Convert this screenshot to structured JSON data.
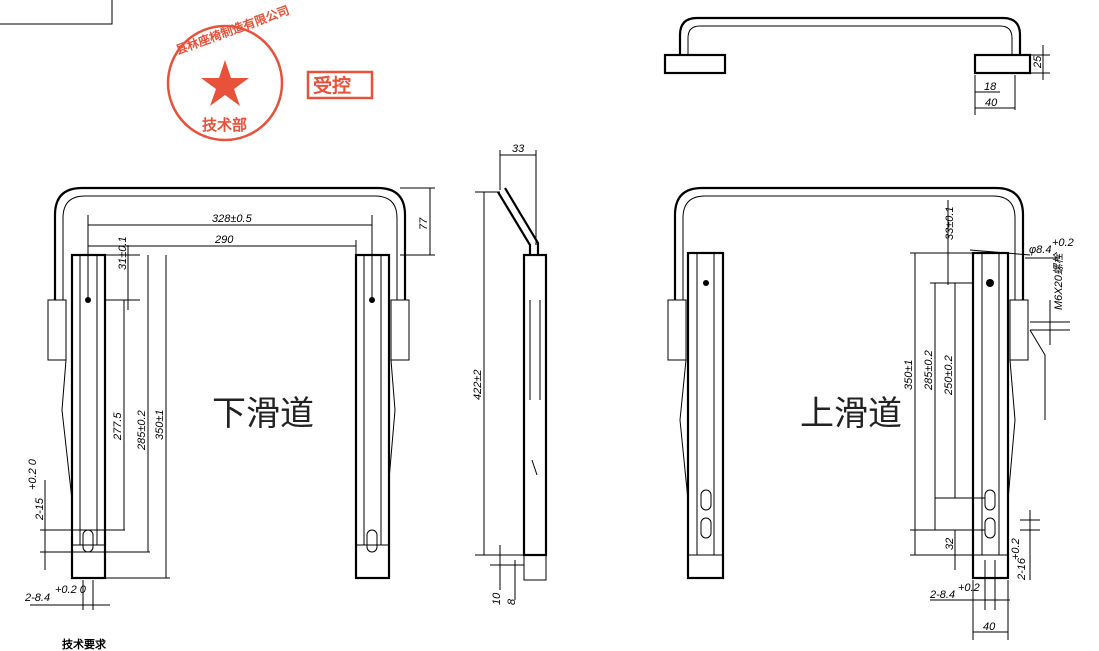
{
  "stamp": {
    "company": "县林座椅制造有限公司",
    "department": "技术部",
    "controlled": "受控",
    "color": "#e8523a"
  },
  "views": {
    "lower_rail": {
      "label": "下滑道",
      "dims": {
        "width_outer": "328±0.5",
        "width_inner": "290",
        "height_handle": "77",
        "offset_top": "31±0.1",
        "len_a": "277.5",
        "len_b": "285±0.2",
        "len_total": "350±1",
        "slot_len": "2-15",
        "slot_len_tol": "+0.2 0",
        "hole": "2-8.4",
        "hole_tol": "+0.2 0"
      }
    },
    "side": {
      "dims": {
        "top_offset": "33",
        "height": "422±2",
        "d10": "10",
        "d8": "8"
      }
    },
    "upper_rail": {
      "label": "上滑道",
      "dims": {
        "offset_top": "33±0.1",
        "hole_dia": "φ8.4",
        "hole_dia_tol": "+0.2",
        "bolt": "M6X20螺栓",
        "len_total": "350±1",
        "len_b": "285±0.2",
        "len_c": "250±0.2",
        "d32": "32",
        "slot": "2-16",
        "slot_tol": "+0.2",
        "hole": "2-8.4",
        "hole_tol": "+0.2",
        "width": "40"
      }
    },
    "top_view": {
      "dims": {
        "h25": "25",
        "w18": "18",
        "w40": "40"
      }
    }
  },
  "notes": {
    "title": "技术要求"
  }
}
